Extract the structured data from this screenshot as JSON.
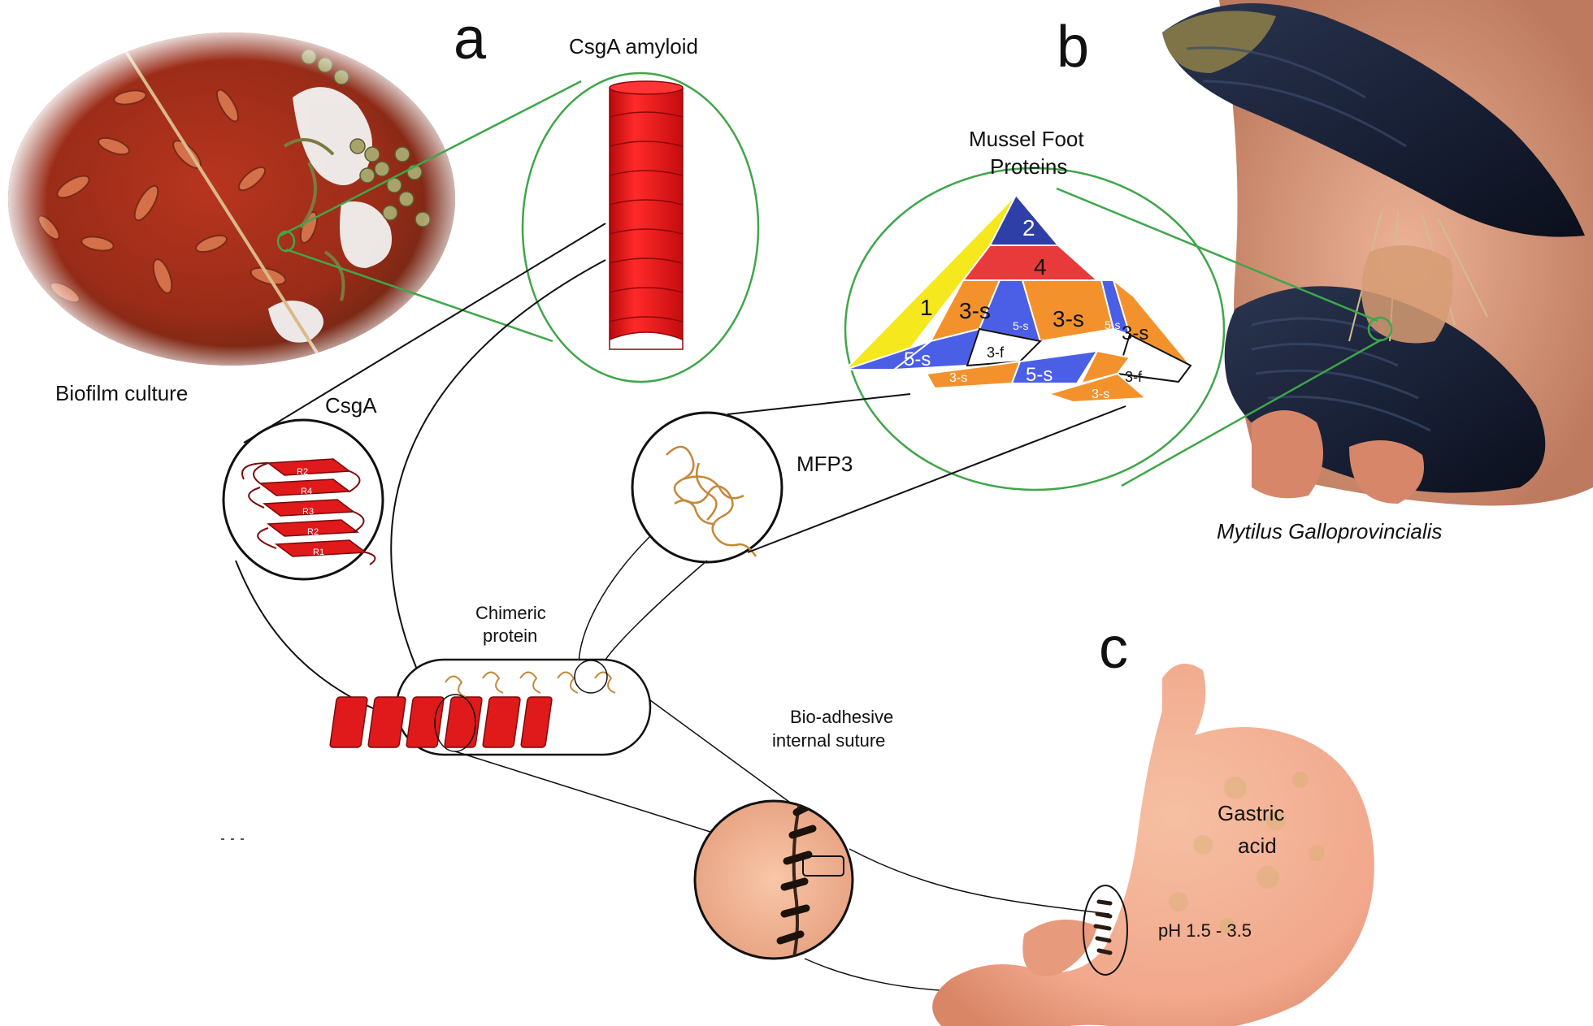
{
  "panels": {
    "a": "a",
    "b": "b",
    "c": "c"
  },
  "labels": {
    "csga_amyloid": "CsgA amyloid",
    "biofilm_culture": "Biofilm culture",
    "csga": "CsgA",
    "mussel_foot_proteins_line1": "Mussel Foot",
    "mussel_foot_proteins_line2": "Proteins",
    "mfp3": "MFP3",
    "mytilus": "Mytilus Galloprovincialis",
    "chimeric_line1": "Chimeric",
    "chimeric_line2": "protein",
    "bioadhesive_line1": "Bio-adhesive",
    "bioadhesive_line2": "internal  suture",
    "gastric_line1": "Gastric",
    "gastric_line2": "acid",
    "ph": "pH 1.5 - 3.5"
  },
  "csga_repeats": [
    "R2",
    "R4",
    "R3",
    "R2",
    "R1"
  ],
  "mfp_pyramid": {
    "apex": "2",
    "row2": "4",
    "left": "1",
    "row3": [
      "3-s",
      "5-s",
      "3-s",
      "5-s",
      "3-s"
    ],
    "row4": [
      "5-s",
      "3-f",
      "5-s",
      "3-f"
    ],
    "row5": [
      "3-s",
      "3-s"
    ]
  },
  "colors": {
    "green_outline": "#3fa64a",
    "amyloid_red": "#e30f12",
    "pyramid_blue": "#2f3fa8",
    "pyramid_red": "#e83a3a",
    "pyramid_yellow": "#f5e81c",
    "pyramid_orange": "#f3922c",
    "pyramid_blue_light": "#4a5ee6",
    "stomach": "#f1a78b"
  }
}
